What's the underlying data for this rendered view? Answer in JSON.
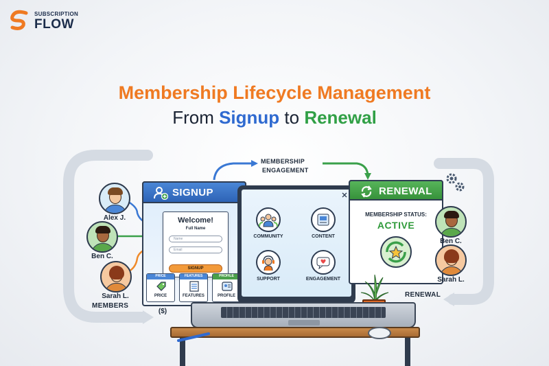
{
  "logo": {
    "sub": "SUBSCRIPTION",
    "main": "FLOW"
  },
  "title": {
    "line1": "Membership Lifecycle Management",
    "line2_a": "From ",
    "line2_signup": "Signup",
    "line2_b": " to ",
    "line2_renewal": "Renewal"
  },
  "members": {
    "people": [
      {
        "name": "Alex J."
      },
      {
        "name": "Ben C."
      },
      {
        "name": "Sarah L."
      }
    ],
    "label": "MEMBERS"
  },
  "signup": {
    "title": "SIGNUP",
    "form": {
      "title": "Welcome!",
      "subtitle": "Full Name",
      "name_placeholder": "Name",
      "email_placeholder": "Email",
      "button": "SIGNUP"
    },
    "cards": [
      {
        "top": "PRICE",
        "label": "PRICE"
      },
      {
        "top": "FEATURES",
        "label": "FEATURES"
      },
      {
        "top": "PROFILE",
        "label": "PROFILE"
      }
    ],
    "price_symbol": "($)"
  },
  "engagement": {
    "label_line1": "MEMBERSHIP",
    "label_line2": "ENGAGEMENT",
    "features": [
      {
        "label": "COMMUNITY"
      },
      {
        "label": "CONTENT"
      },
      {
        "label": "SUPPORT"
      },
      {
        "label": "ENGAGEMENT"
      }
    ]
  },
  "renewal": {
    "title": "RENEWAL",
    "status_label": "MEMBERSHIP STATUS:",
    "status_value": "ACTIVE",
    "people": [
      {
        "name": "Ben C."
      },
      {
        "name": "Sarah L."
      }
    ],
    "label": "RENEWAL"
  },
  "colors": {
    "orange": "#ef7a22",
    "blue": "#2f6ad0",
    "green": "#31a046"
  },
  "icons": [
    "logo-swirl-icon",
    "add-user-icon",
    "refresh-icon",
    "gear-icon",
    "community-icon",
    "content-icon",
    "support-icon",
    "engagement-icon",
    "arrow-icon",
    "close-icon"
  ]
}
